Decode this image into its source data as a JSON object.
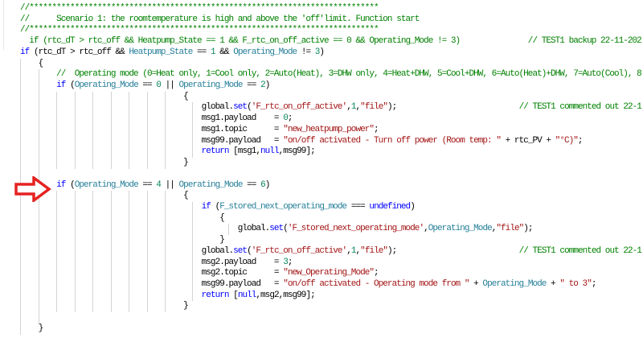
{
  "colors": {
    "comment": "#008000",
    "keyword": "#0000ff",
    "identifier": "#267f99",
    "string": "#a31515",
    "number": "#098658",
    "arrow": "#e52222"
  },
  "annotation": {
    "icon": "red-outline-arrow-right"
  },
  "lines": [
    [
      [
        "c",
        "//*****************************************************************************"
      ]
    ],
    [
      [
        "c",
        "//      Scenario 1: the roomtemperature is high and above the 'off'limit. Function start"
      ]
    ],
    [
      [
        "c",
        "//*****************************************************************************"
      ]
    ],
    [
      [
        "c",
        "  if (rtc_dT > rtc_off && Heatpump_State == 1 && F_rtc_on_off_active == 0 && Operating_Mode != 3)               // TEST1 backup 22-11-202"
      ]
    ],
    [
      [
        "k",
        "if"
      ],
      [
        "p",
        " (rtc_dT > rtc_off && "
      ],
      [
        "i",
        "Heatpump_State"
      ],
      [
        "p",
        " == "
      ],
      [
        "n",
        "1"
      ],
      [
        "p",
        " && "
      ],
      [
        "i",
        "Operating_Mode"
      ],
      [
        "p",
        " != "
      ],
      [
        "n",
        "3"
      ],
      [
        "p",
        ")"
      ]
    ],
    [
      [
        "p",
        "    {"
      ]
    ],
    [
      [
        "c",
        "        //  Operating mode (0=Heat only, 1=Cool only, 2=Auto(Heat), 3=DHW only, 4=Heat+DHW, 5=Cool+DHW, 6=Auto(Heat)+DHW, 7=Auto(Cool), 8"
      ]
    ],
    [
      [
        "p",
        "        "
      ],
      [
        "k",
        "if"
      ],
      [
        "p",
        " ("
      ],
      [
        "i",
        "Operating_Mode"
      ],
      [
        "p",
        " == "
      ],
      [
        "n",
        "0"
      ],
      [
        "p",
        " || "
      ],
      [
        "i",
        "Operating_Mode"
      ],
      [
        "p",
        " == "
      ],
      [
        "n",
        "2"
      ],
      [
        "p",
        ")"
      ]
    ],
    [
      [
        "p",
        "                                    {"
      ]
    ],
    [
      [
        "p",
        "                                        global."
      ],
      [
        "m",
        "set"
      ],
      [
        "p",
        "("
      ],
      [
        "s",
        "'F_rtc_on_off_active'"
      ],
      [
        "p",
        ","
      ],
      [
        "n",
        "1"
      ],
      [
        "p",
        ","
      ],
      [
        "s",
        "\"file\""
      ],
      [
        "p",
        ");                           "
      ],
      [
        "c",
        "// TEST1 commented out 22-1"
      ]
    ],
    [
      [
        "p",
        "                                        msg1.payload    = "
      ],
      [
        "n",
        "0"
      ],
      [
        "p",
        ";"
      ]
    ],
    [
      [
        "p",
        "                                        msg1.topic      = "
      ],
      [
        "s",
        "\"new_heatpump_power\""
      ],
      [
        "p",
        ";"
      ]
    ],
    [
      [
        "p",
        "                                        msg99.payload   = "
      ],
      [
        "s",
        "\"on/off activated - Turn off power (Room temp: \""
      ],
      [
        "p",
        " + rtc_PV + "
      ],
      [
        "s",
        "\"°C)\""
      ],
      [
        "p",
        ";"
      ]
    ],
    [
      [
        "p",
        "                                        "
      ],
      [
        "k",
        "return"
      ],
      [
        "p",
        " [msg1,"
      ],
      [
        "k",
        "null"
      ],
      [
        "p",
        ",msg99];"
      ]
    ],
    [
      [
        "p",
        "                                    }"
      ]
    ],
    [
      [
        "p",
        " "
      ]
    ],
    [
      [
        "p",
        "        "
      ],
      [
        "k",
        "if"
      ],
      [
        "p",
        " ("
      ],
      [
        "i",
        "Operating_Mode"
      ],
      [
        "p",
        " == "
      ],
      [
        "n",
        "4"
      ],
      [
        "p",
        " || "
      ],
      [
        "i",
        "Operating_Mode"
      ],
      [
        "p",
        " == "
      ],
      [
        "n",
        "6"
      ],
      [
        "p",
        ")"
      ]
    ],
    [
      [
        "p",
        "                                    {"
      ]
    ],
    [
      [
        "p",
        "                                        "
      ],
      [
        "k",
        "if"
      ],
      [
        "p",
        " ("
      ],
      [
        "i",
        "F_stored_next_operating_mode"
      ],
      [
        "p",
        " === "
      ],
      [
        "k",
        "undefined"
      ],
      [
        "p",
        ")"
      ]
    ],
    [
      [
        "p",
        "                                            {"
      ]
    ],
    [
      [
        "p",
        "                                                global."
      ],
      [
        "m",
        "set"
      ],
      [
        "p",
        "("
      ],
      [
        "s",
        "'F_stored_next_operating_mode'"
      ],
      [
        "p",
        ","
      ],
      [
        "i",
        "Operating_Mode"
      ],
      [
        "p",
        ","
      ],
      [
        "s",
        "\"file\""
      ],
      [
        "p",
        ");"
      ]
    ],
    [
      [
        "p",
        "                                            }"
      ]
    ],
    [
      [
        "p",
        "                                        global."
      ],
      [
        "m",
        "set"
      ],
      [
        "p",
        "("
      ],
      [
        "s",
        "'F_rtc_on_off_active'"
      ],
      [
        "p",
        ","
      ],
      [
        "n",
        "1"
      ],
      [
        "p",
        ","
      ],
      [
        "s",
        "\"file\""
      ],
      [
        "p",
        ");                           "
      ],
      [
        "c",
        "// TEST1 commented out 22-1"
      ]
    ],
    [
      [
        "p",
        "                                        msg2.payload    = "
      ],
      [
        "n",
        "3"
      ],
      [
        "p",
        ";"
      ]
    ],
    [
      [
        "p",
        "                                        msg2.topic      = "
      ],
      [
        "s",
        "\"new_Operating_Mode\""
      ],
      [
        "p",
        ";"
      ]
    ],
    [
      [
        "p",
        "                                        msg99.payload   = "
      ],
      [
        "s",
        "\"on/off activated - Operating mode from \""
      ],
      [
        "p",
        " + "
      ],
      [
        "i",
        "Operating_Mode"
      ],
      [
        "p",
        " + "
      ],
      [
        "s",
        "\" to 3\""
      ],
      [
        "p",
        ";"
      ]
    ],
    [
      [
        "p",
        "                                        "
      ],
      [
        "k",
        "return"
      ],
      [
        "p",
        " ["
      ],
      [
        "k",
        "null"
      ],
      [
        "p",
        ",msg2,msg99];"
      ]
    ],
    [
      [
        "p",
        "                                    }"
      ]
    ],
    [
      [
        "p",
        " "
      ]
    ],
    [
      [
        "p",
        "    }"
      ]
    ]
  ]
}
